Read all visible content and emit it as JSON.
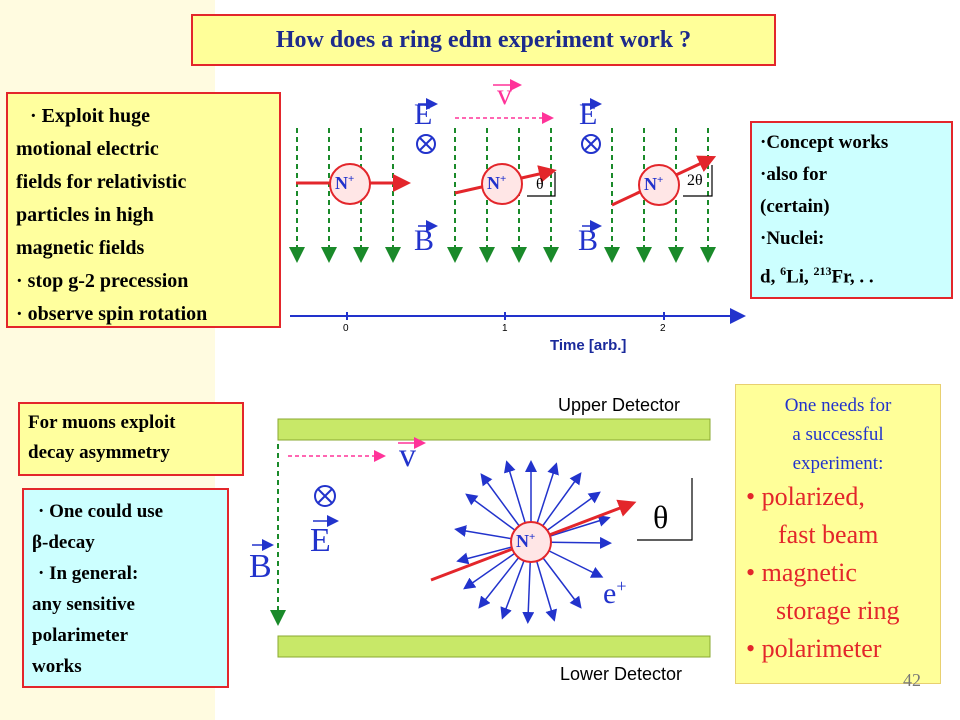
{
  "title": "How does a ring  edm experiment work ?",
  "box_left_top": {
    "l1": "· Exploit huge",
    "l2": "motional electric",
    "l3": "fields for relativistic",
    "l4": "particles in high",
    "l5": "magnetic  fields",
    "l6": "· stop g-2 precession",
    "l7": "· observe spin rotation"
  },
  "box_right_top": {
    "l1": "·Concept works",
    "l2": "·also for",
    "l3": "(certain)",
    "l4": "·Nuclei:",
    "l5_d": "d, ",
    "l5_sup6": "6",
    "l5_li": "Li,  ",
    "l5_sup213": "213",
    "l5_fr": "Fr, . ."
  },
  "box_muons": {
    "l1": "For muons exploit",
    "l2": "decay asymmetry"
  },
  "box_beta": {
    "l1": "· One could use",
    "l2": "β-decay",
    "l3": "· In general:",
    "l4": "any sensitive",
    "l5": "polarimeter",
    "l6": "works"
  },
  "box_needs": {
    "l1": "One needs for",
    "l2": "a successful",
    "l3": "experiment:",
    "l4": "•    polarized,",
    "l5": "fast beam",
    "l6": "•    magnetic",
    "l7": "storage ring",
    "l8": "•    polarimeter"
  },
  "top_diagram": {
    "label_v": "v",
    "label_E1": "E",
    "label_E2": "E",
    "label_B1": "B",
    "label_B2": "B",
    "nucleus": "N",
    "nucleus_charge": "+",
    "angle1": "θ",
    "angle2": "2θ",
    "time_ticks": [
      "0",
      "1",
      "2"
    ],
    "time_label": "Time [arb.]"
  },
  "bottom_diagram": {
    "upper_detector": "Upper Detector",
    "lower_detector": "Lower Detector",
    "label_v": "v",
    "label_E": "E",
    "label_B": "B",
    "label_theta": "θ",
    "label_e": "e",
    "label_e_charge": "+",
    "nucleus": "N",
    "nucleus_charge": "+"
  },
  "page_number": "42",
  "colors": {
    "red": "#e3262b",
    "blue": "#2233cc",
    "green": "#1a8a2a",
    "magenta": "#ff3399",
    "title_blue": "#1d2a8c"
  }
}
